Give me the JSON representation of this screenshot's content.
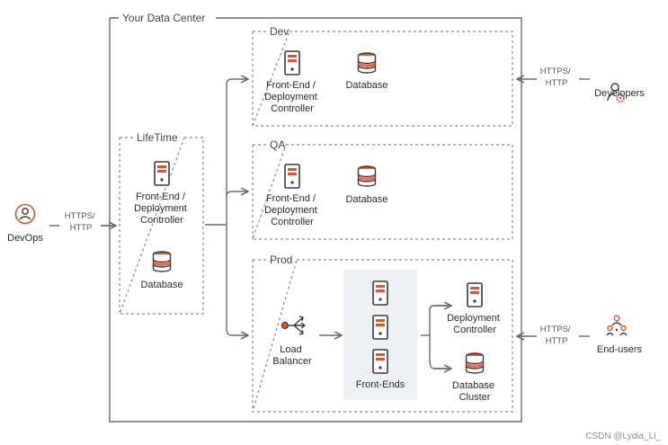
{
  "colors": {
    "accent": "#e8502a",
    "line": "#6a6a6a",
    "dash": "#8a8a8a",
    "frontends_bg": "#eef1f4"
  },
  "data_center": {
    "title": "Your Data Center"
  },
  "lifetime": {
    "title": "LifeTime",
    "server_label": [
      "Front-End /",
      "Deployment",
      "Controller"
    ],
    "db_label": "Database"
  },
  "dev": {
    "title": "Dev",
    "server_label": [
      "Front-End /",
      "Deployment",
      "Controller"
    ],
    "db_label": "Database"
  },
  "qa": {
    "title": "QA",
    "server_label": [
      "Front-End /",
      "Deployment",
      "Controller"
    ],
    "db_label": "Database"
  },
  "prod": {
    "title": "Prod",
    "lb_label": [
      "Load",
      "Balancer"
    ],
    "frontends_label": "Front-Ends",
    "dc_label": [
      "Deployment",
      "Controller"
    ],
    "db_label": [
      "Database",
      "Cluster"
    ]
  },
  "actors": {
    "devops": {
      "label": "DevOps",
      "icon": "person-icon"
    },
    "developers": {
      "label": "Developers",
      "icon": "person-gear-icon"
    },
    "endusers": {
      "label": "End-users",
      "icon": "group-icon"
    }
  },
  "protocols": {
    "devops": [
      "HTTPS/",
      "HTTP"
    ],
    "developers": [
      "HTTPS/",
      "HTTP"
    ],
    "endusers": [
      "HTTPS/",
      "HTTP"
    ]
  },
  "watermark": "CSDN @Lydia_Li_"
}
